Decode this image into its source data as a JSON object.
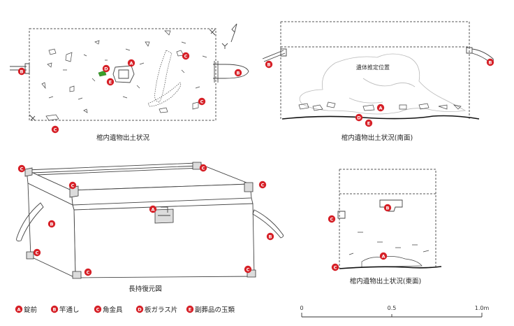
{
  "panels": {
    "plan_caption": "棺内遺物出土状況",
    "south_caption": "棺内遺物出土状況(南面)",
    "east_caption": "棺内遺物出土状況(東面)",
    "reconstruction_caption": "長持復元図",
    "body_position_label": "遺体推定位置"
  },
  "markers": {
    "A": "A",
    "B": "B",
    "C": "C",
    "D": "D",
    "E": "E"
  },
  "legend": [
    {
      "key": "A",
      "label": "錠前"
    },
    {
      "key": "B",
      "label": "竿通し"
    },
    {
      "key": "C",
      "label": "角金具"
    },
    {
      "key": "D",
      "label": "板ガラス片"
    },
    {
      "key": "E",
      "label": "副葬品の玉類"
    }
  ],
  "scale_bar": {
    "ticks": [
      "0",
      "0.5",
      "1.0m"
    ]
  },
  "colors": {
    "marker": "#d62027",
    "glass_fragment": "#3aa02b"
  }
}
